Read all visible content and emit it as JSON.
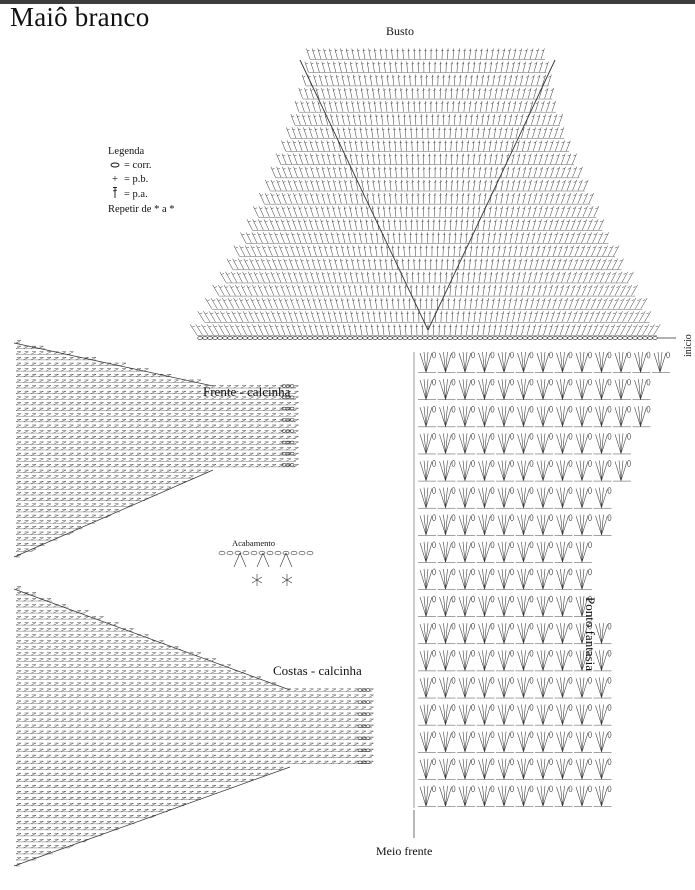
{
  "title": "Maiô branco",
  "labels": {
    "busto": "Busto",
    "inicio": "início",
    "frente_calcinha": "Frente - calcinha",
    "costas_calcinha": "Costas - calcinha",
    "acabamento": "Acabamento",
    "ponto_fantasia": "Ponto fantasia",
    "meio_frente": "Meio frente"
  },
  "legend": {
    "heading": "Legenda",
    "items": [
      {
        "symbol": "oval",
        "text": "= corr."
      },
      {
        "symbol": "plus",
        "text": "= p.b."
      },
      {
        "symbol": "stitch",
        "text": "= p.a."
      }
    ],
    "repeat": "Repetir de * a *"
  },
  "symbols": {
    "oval": "○",
    "plus": "+",
    "stitch": "ǂ"
  }
}
